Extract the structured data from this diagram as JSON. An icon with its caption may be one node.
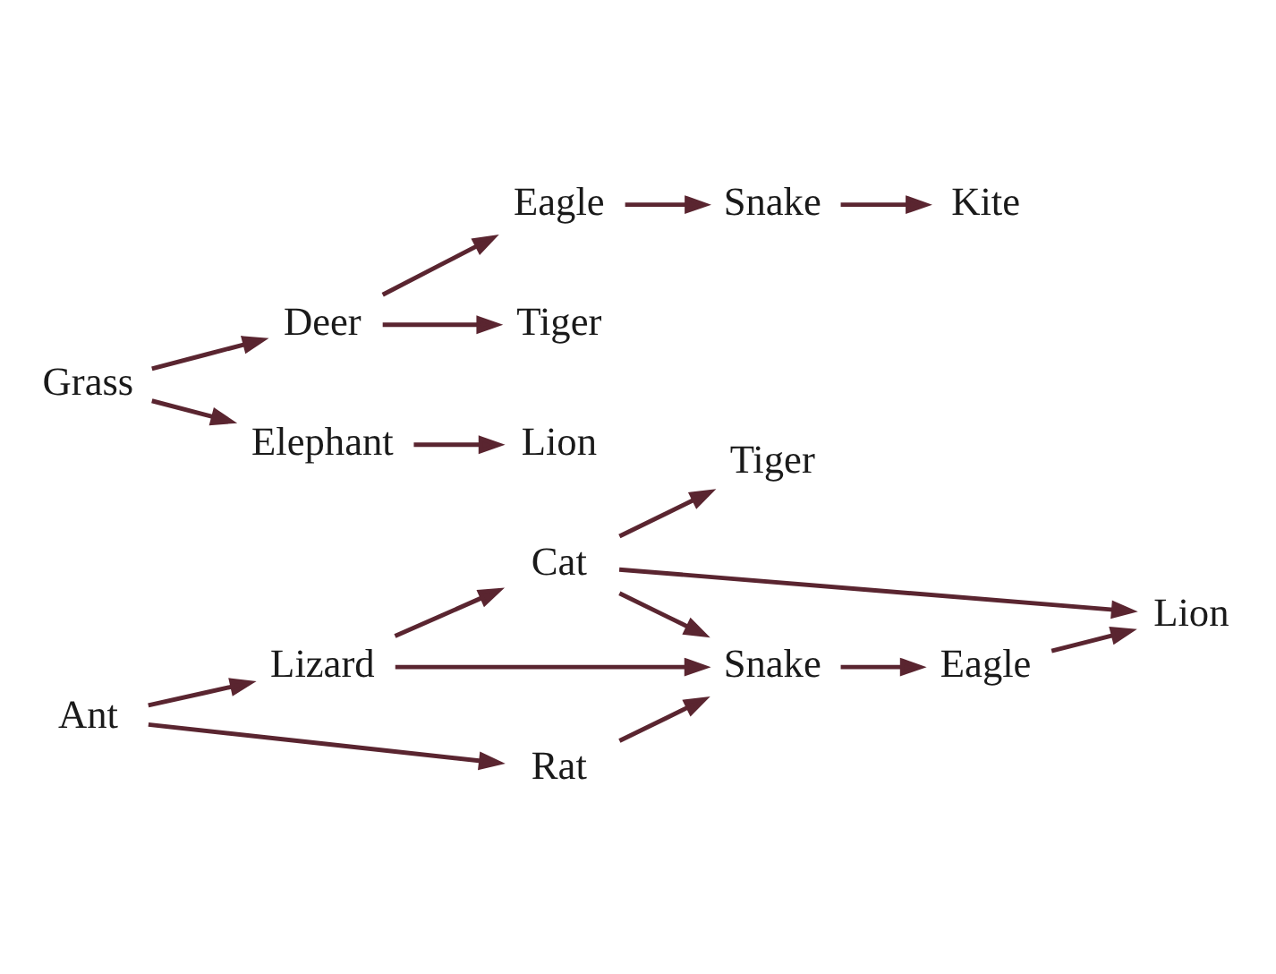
{
  "diagram": {
    "nodes": [
      {
        "text": [
          "Ant"
        ]
      },
      {
        "text": [
          "Lizard"
        ]
      },
      {
        "text": [
          "Cat"
        ]
      },
      {
        "text": [
          "Tiger"
        ]
      },
      {
        "text": [
          "Lion"
        ]
      },
      {
        "text": [
          "Rat"
        ]
      },
      {
        "text": [
          "Snake"
        ]
      },
      {
        "text": [
          "Eagle"
        ]
      },
      {
        "text": [
          "Grass"
        ]
      },
      {
        "text": [
          "Deer"
        ]
      },
      {
        "text": [
          "Eagle"
        ]
      },
      {
        "text": [
          "Snake"
        ]
      },
      {
        "text": [
          "Kite"
        ]
      },
      {
        "text": [
          "Elephant"
        ]
      },
      {
        "text": [
          "Tiger"
        ]
      },
      {
        "text": [
          "Lion"
        ]
      }
    ],
    "edges": [
      {
        "from": 0,
        "to": 1,
        "arrow": "to"
      },
      {
        "from": 1,
        "to": 2,
        "arrow": "to"
      },
      {
        "from": 2,
        "to": 3,
        "arrow": "to"
      },
      {
        "from": 2,
        "to": 4,
        "arrow": "to"
      },
      {
        "from": 0,
        "to": 5,
        "arrow": "to"
      },
      {
        "from": 1,
        "to": 6,
        "arrow": "to"
      },
      {
        "from": 2,
        "to": 6,
        "arrow": "to"
      },
      {
        "from": 5,
        "to": 6,
        "arrow": "to"
      },
      {
        "from": 6,
        "to": 7,
        "arrow": "to"
      },
      {
        "from": 7,
        "to": 4,
        "arrow": "to"
      },
      {
        "from": 8,
        "to": 9,
        "arrow": "to"
      },
      {
        "from": 9,
        "to": 10,
        "arrow": "to"
      },
      {
        "from": 10,
        "to": 11,
        "arrow": "to"
      },
      {
        "from": 11,
        "to": 12,
        "arrow": "to"
      },
      {
        "from": 8,
        "to": 13,
        "arrow": "to"
      },
      {
        "from": 9,
        "to": 14,
        "arrow": "to"
      },
      {
        "from": 13,
        "to": 15,
        "arrow": "to"
      }
    ]
  }
}
